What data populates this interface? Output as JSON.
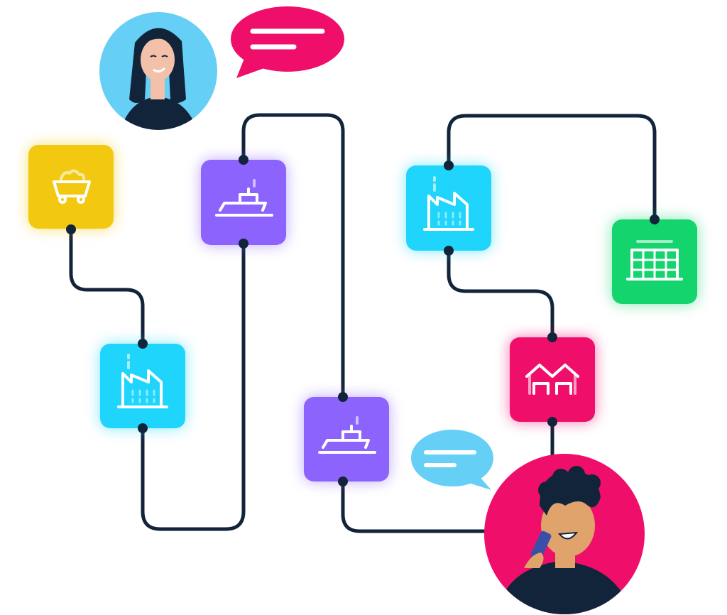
{
  "colors": {
    "connector": "#12243a",
    "yellow": "#f2c811",
    "purple": "#8c63fc",
    "cyan": "#1fd5fb",
    "green": "#14d46e",
    "pink": "#ef0f6b",
    "light_blue": "#66cff5",
    "skin_light": "#f3c1aa",
    "skin_dark": "#dfa36b",
    "hair": "#12243a"
  },
  "nodes": [
    {
      "id": "mine",
      "icon": "mine-cart-icon",
      "color": "yellow"
    },
    {
      "id": "ship-1",
      "icon": "ship-icon",
      "color": "purple"
    },
    {
      "id": "factory-1",
      "icon": "factory-icon",
      "color": "cyan"
    },
    {
      "id": "store",
      "icon": "store-icon",
      "color": "green"
    },
    {
      "id": "factory-2",
      "icon": "factory-icon",
      "color": "cyan"
    },
    {
      "id": "ship-2",
      "icon": "ship-icon",
      "color": "purple"
    },
    {
      "id": "warehouse",
      "icon": "warehouse-icon",
      "color": "pink"
    }
  ],
  "people": [
    {
      "id": "woman",
      "icon": "woman-avatar",
      "bubble": "speech-bubble-pink"
    },
    {
      "id": "man",
      "icon": "man-on-phone-avatar",
      "bubble": "speech-bubble-light-blue"
    }
  ]
}
